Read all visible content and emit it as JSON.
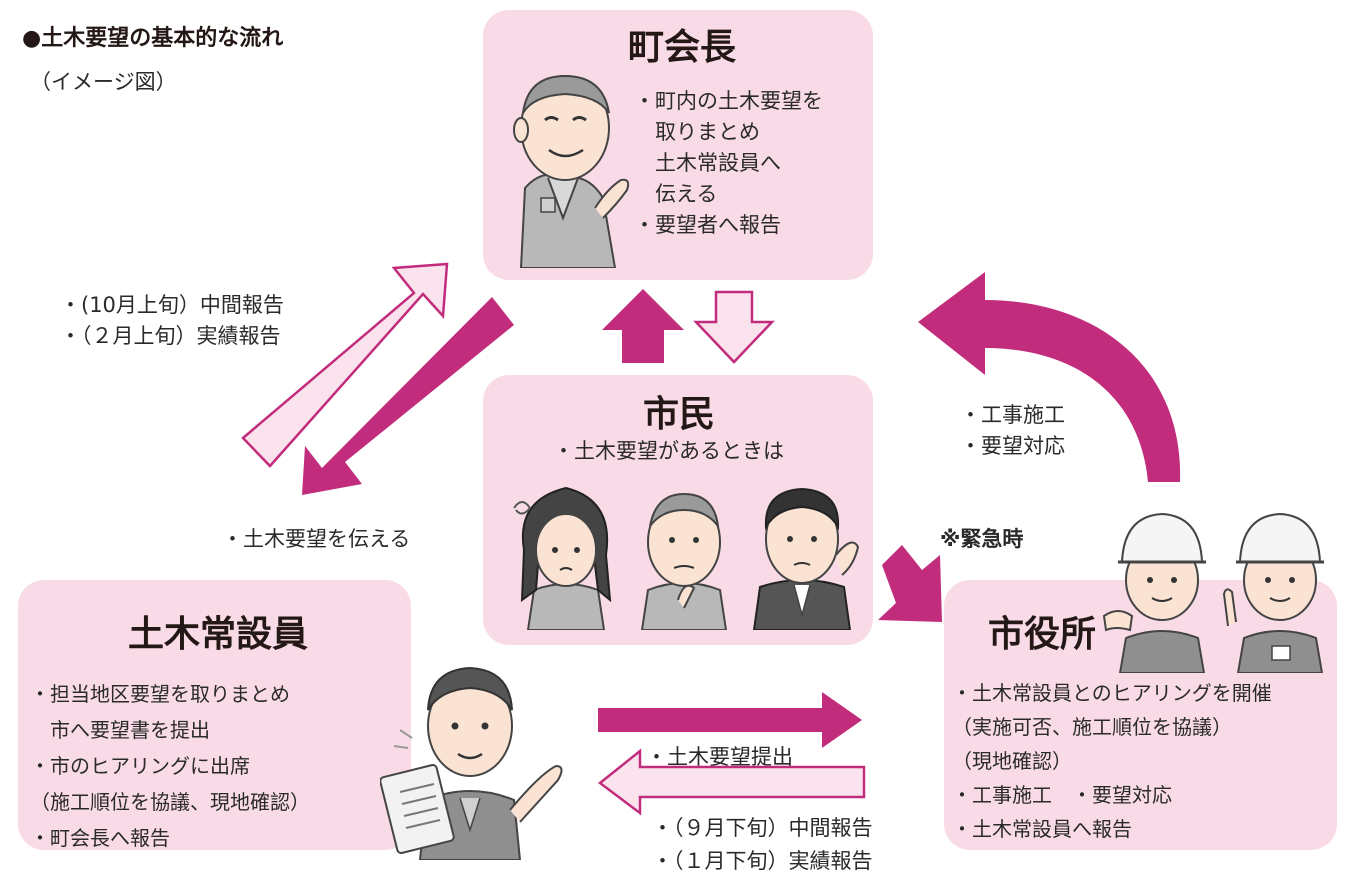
{
  "colors": {
    "accent": "#c22c7d",
    "box_fill": "#f9dbe8",
    "arrow_outline_fill": "#fbe3ee"
  },
  "header": {
    "title": "●土木要望の基本的な流れ",
    "subtitle": "（イメージ図）"
  },
  "town_chief": {
    "title": "町会長",
    "lines": [
      "・町内の土木要望を",
      "　取りまとめ",
      "　土木常設員へ",
      "　伝える",
      "・要望者へ報告"
    ]
  },
  "citizens": {
    "title": "市民",
    "lines": [
      "・土木要望があるときは"
    ]
  },
  "commissioner": {
    "title": "土木常設員",
    "lines": [
      "・担当地区要望を取りまとめ",
      "　市へ要望書を提出",
      "・市のヒアリングに出席",
      "（施工順位を協議、現地確認）",
      "・町会長へ報告"
    ]
  },
  "city_hall": {
    "title": "市役所",
    "lines": [
      "・土木常設員とのヒアリングを開催",
      "（実施可否、施工順位を協議）",
      "（現地確認）",
      "・工事施工　・要望対応",
      "・土木常設員へ報告"
    ]
  },
  "labels": {
    "report_to_chief": [
      "・(10月上旬）中間報告",
      "・（２月上旬）実績報告"
    ],
    "convey_request": "・土木要望を伝える",
    "construction": [
      "・工事施工",
      "・要望対応"
    ],
    "emergency": "※緊急時",
    "submit_request": "・土木要望提出",
    "report_to_commissioner": [
      "・（９月下旬）中間報告",
      "・（１月下旬）実績報告"
    ]
  },
  "icons": [
    "town-chief-person-icon",
    "citizen-woman-icon",
    "citizen-elder-icon",
    "citizen-man-icon",
    "commissioner-person-icon",
    "city-worker-icon"
  ]
}
